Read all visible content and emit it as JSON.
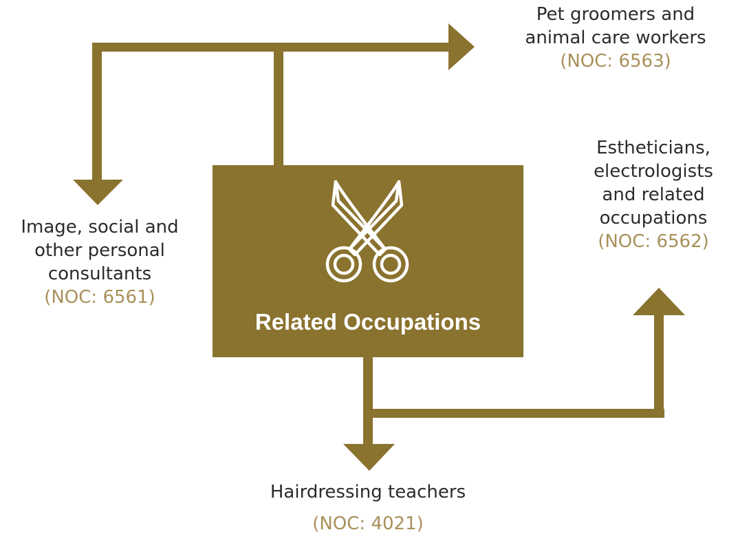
{
  "accent_color": "#8a722f",
  "noc_color": "#a8905a",
  "center": {
    "title": "Related Occupations",
    "icon": "scissors-icon"
  },
  "occupations": {
    "pet_groomers": {
      "lines": [
        "Pet groomers and",
        "animal care workers"
      ],
      "noc": "(NOC: 6563)"
    },
    "estheticians": {
      "lines": [
        "Estheticians,",
        "electrologists",
        "and related",
        "occupations"
      ],
      "noc": "(NOC: 6562)"
    },
    "image_consultants": {
      "lines": [
        "Image, social and",
        "other personal",
        "consultants"
      ],
      "noc": "(NOC: 6561)"
    },
    "hairdressing_teachers": {
      "lines": [
        "Hairdressing teachers"
      ],
      "noc": "(NOC: 4021)"
    }
  }
}
